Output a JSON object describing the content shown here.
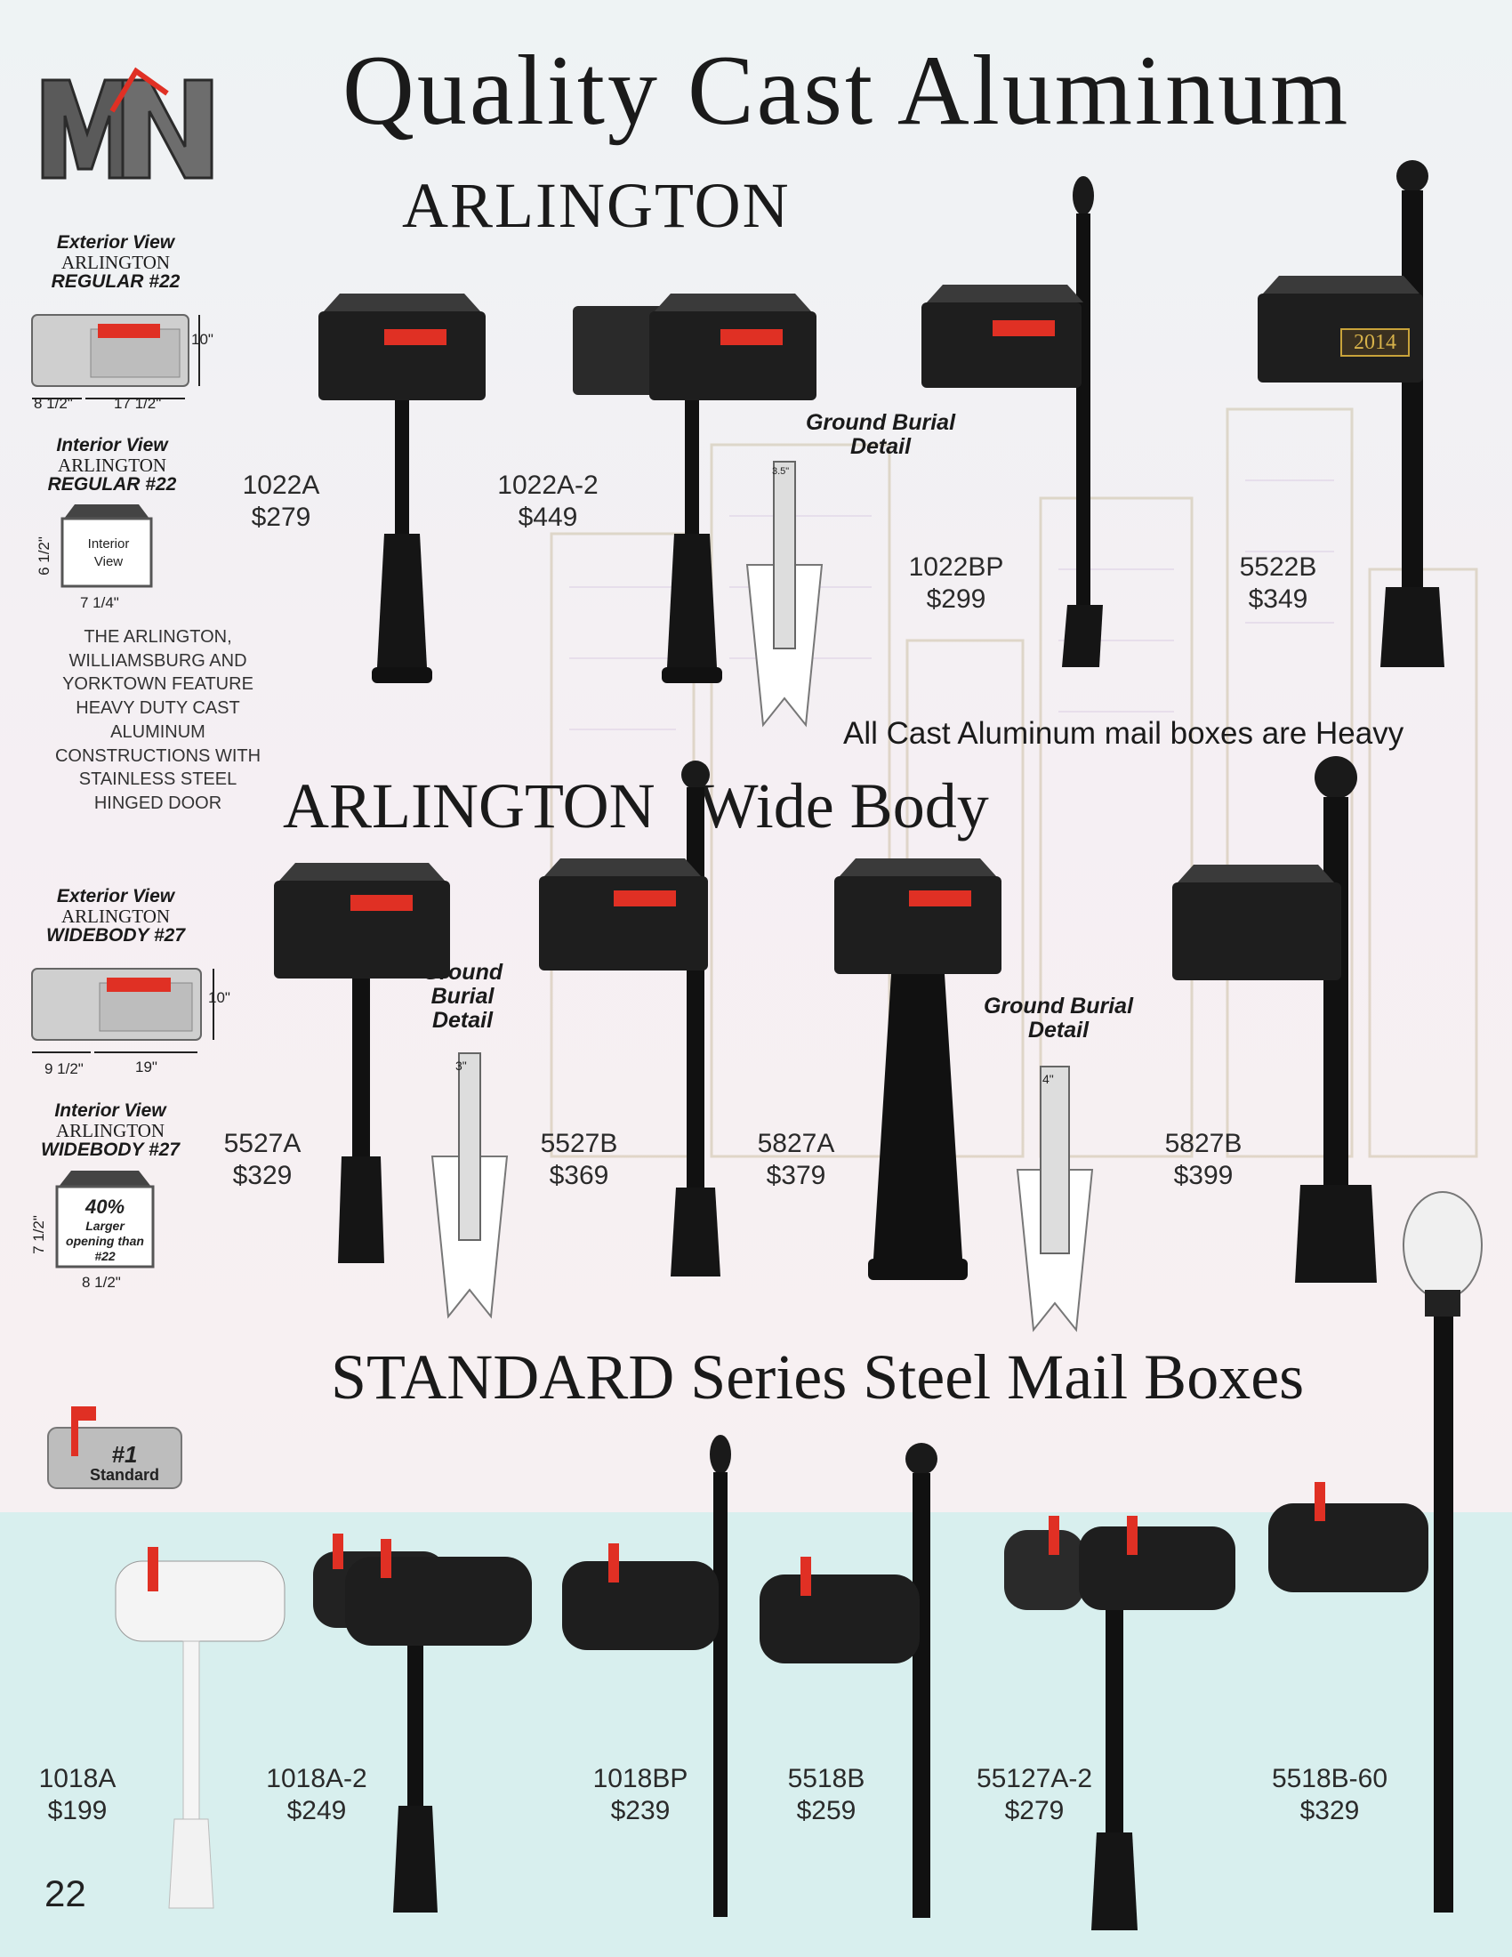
{
  "page": {
    "title": "Quality Cast Aluminum",
    "number": "22",
    "accent_red": "#e03024",
    "band_color": "#d8efee"
  },
  "logo": {
    "letters": "MN"
  },
  "sections": {
    "arlington": "ARLINGTON",
    "wide_body_a": "ARLINGTON",
    "wide_body_b": "Wide Body",
    "standard": "STANDARD Series Steel Mail Boxes",
    "heavy_note": "All Cast Aluminum mail boxes are Heavy"
  },
  "side": {
    "ext22": {
      "view": "Exterior View",
      "name": "ARLINGTON",
      "model": "REGULAR #22",
      "height": "10\"",
      "depth": "8 1/2\"",
      "length": "17 1/2\""
    },
    "int22": {
      "view": "Interior View",
      "name": "ARLINGTON",
      "model": "REGULAR #22",
      "inner": "Interior View",
      "height": "6 1/2\"",
      "width": "7 1/4\""
    },
    "feature": "THE ARLINGTON, WILLIAMSBURG AND YORKTOWN FEATURE HEAVY DUTY CAST ALUMINUM CONSTRUCTIONS WITH STAINLESS STEEL HINGED DOOR",
    "ext27": {
      "view": "Exterior View",
      "name": "ARLINGTON",
      "model": "WIDEBODY #27",
      "height": "10\"",
      "depth": "9 1/2\"",
      "length": "19\""
    },
    "int27": {
      "view": "Interior View",
      "name": "ARLINGTON",
      "model": "WIDEBODY #27",
      "inner_a": "40%",
      "inner_b": "Larger opening than #22",
      "height": "7 1/2\"",
      "width": "8 1/2\""
    },
    "std_badge": {
      "num": "#1",
      "label": "Standard"
    }
  },
  "burial": {
    "label_a": "Ground Burial",
    "label_b": "Detail",
    "size_1": "3.5\"",
    "size_2": "3\"",
    "size_3": "4\""
  },
  "products": {
    "p1022A": {
      "model": "1022A",
      "price": "$279"
    },
    "p1022A2": {
      "model": "1022A-2",
      "price": "$449"
    },
    "p1022BP": {
      "model": "1022BP",
      "price": "$299"
    },
    "p5522B": {
      "model": "5522B",
      "price": "$349",
      "house_no": "2014"
    },
    "p5527A": {
      "model": "5527A",
      "price": "$329"
    },
    "p5527B": {
      "model": "5527B",
      "price": "$369"
    },
    "p5827A": {
      "model": "5827A",
      "price": "$379"
    },
    "p5827B": {
      "model": "5827B",
      "price": "$399"
    },
    "p1018A": {
      "model": "1018A",
      "price": "$199"
    },
    "p1018A2": {
      "model": "1018A-2",
      "price": "$249"
    },
    "p1018BP": {
      "model": "1018BP",
      "price": "$239"
    },
    "p5518B": {
      "model": "5518B",
      "price": "$259"
    },
    "p55127A2": {
      "model": "55127A-2",
      "price": "$279"
    },
    "p5518B60": {
      "model": "5518B-60",
      "price": "$329"
    }
  }
}
